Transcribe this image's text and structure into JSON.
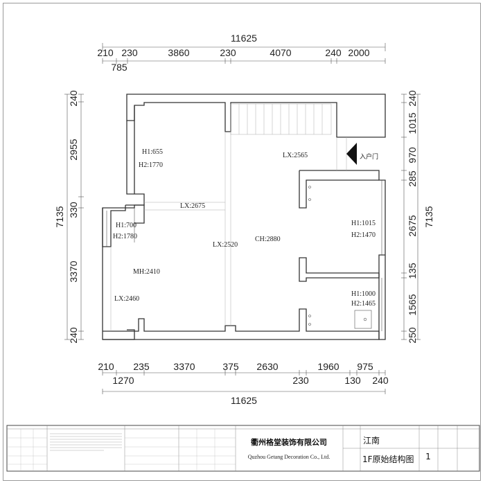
{
  "dimensions": {
    "top_total": "11625",
    "top_segments": [
      "210",
      "230",
      "3860",
      "230",
      "4070",
      "240",
      "2000"
    ],
    "top_sub": "785",
    "bottom_segments_upper": [
      "210",
      "235",
      "3370",
      "375",
      "2630",
      "1960",
      "975"
    ],
    "bottom_segments_lower": [
      "1270",
      "230",
      "130",
      "240"
    ],
    "bottom_total": "11625",
    "left_total": "7135",
    "left_segments": [
      "240",
      "2955",
      "330",
      "3370",
      "240"
    ],
    "right_total": "7135",
    "right_segments": [
      "240",
      "1015",
      "970",
      "285",
      "2675",
      "135",
      "1565",
      "250"
    ]
  },
  "labels": {
    "room1_h1": "H1:655",
    "room1_h2": "H2:1770",
    "lx_top": "LX:2565",
    "entrance": "入户门",
    "lx_mid": "LX:2675",
    "win_h1": "H1:700",
    "win_h2": "H2:1780",
    "lx_center": "LX:2520",
    "ch": "CH:2880",
    "right_h1": "H1:1015",
    "right_h2": "H2:1470",
    "mh": "MH:2410",
    "lx_left": "LX:2460",
    "br_h1": "H1:1000",
    "br_h2": "H2:1465"
  },
  "title_block": {
    "company_cn": "衢州格堂装饰有限公司",
    "company_en": "Quzhou Getang Decoration Co., Ltd.",
    "project": "江南",
    "drawing_title": "1F原始结构图",
    "sheet_no": "1"
  }
}
